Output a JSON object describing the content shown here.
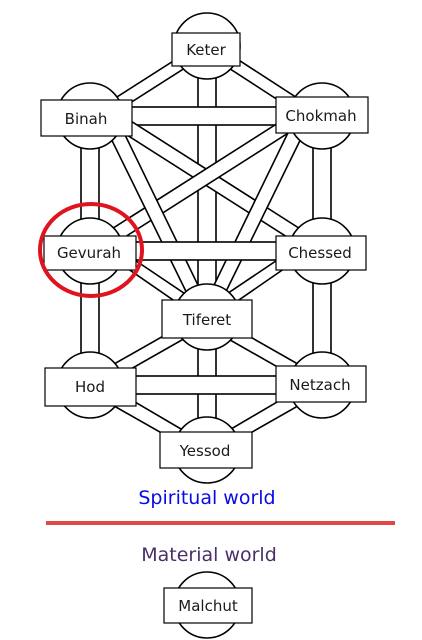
{
  "sefirot": {
    "keter": "Keter",
    "binah": "Binah",
    "chokmah": "Chokmah",
    "gevurah": "Gevurah",
    "chessed": "Chessed",
    "tiferet": "Tiferet",
    "hod": "Hod",
    "netzach": "Netzach",
    "yessod": "Yessod",
    "malchut": "Malchut"
  },
  "worlds": {
    "spiritual": "Spiritual world",
    "material": "Material world"
  },
  "colors": {
    "spiritual_text": "#0a0ae8",
    "material_text": "#4a3068",
    "divider": "#e04848",
    "highlight_ring": "#e0141e"
  },
  "highlighted": "gevurah"
}
